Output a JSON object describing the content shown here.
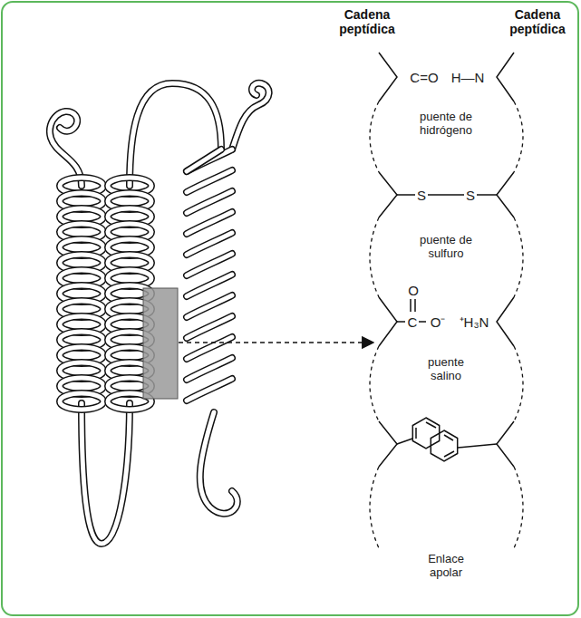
{
  "diagram": {
    "labels": [
      "Cadena peptídica",
      "Cadena peptídica",
      "C=O",
      "H—N",
      "puente de hidrógeno",
      "S",
      "S",
      "puente de sulfuro",
      "O",
      "C",
      "O⁻",
      "⁺H₃N",
      "puente salino",
      "Enlace apolar"
    ]
  }
}
